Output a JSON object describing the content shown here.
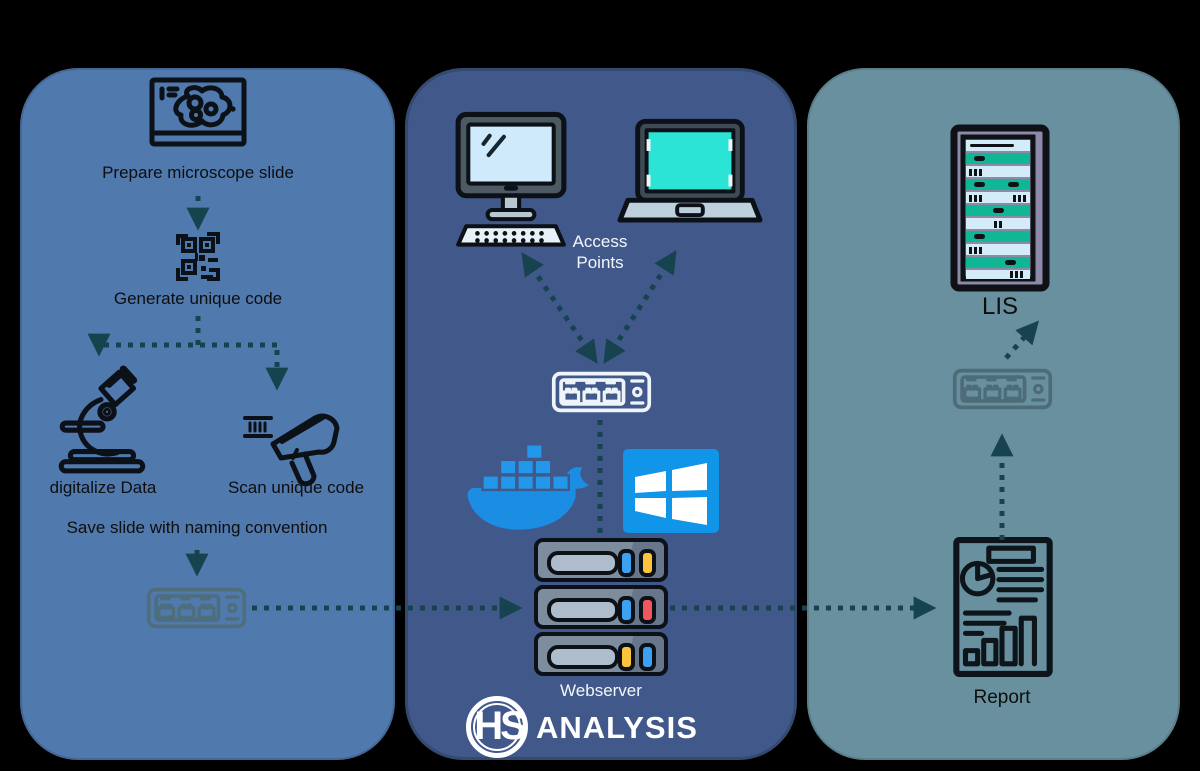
{
  "colors": {
    "background": "#000000",
    "preparation_panel": "#5079ae",
    "server_panel": "#41588a",
    "lis_panel": "#68909e",
    "arrow": "#17434f",
    "docker_blue": "#1b8de2",
    "windows_blue": "#1095e8",
    "laptop_screen_cyan": "#2ce4d5",
    "desktop_screen_blue": "#cfeafb",
    "lis_teal": "#10b795",
    "server_gray": "#7e8d9d",
    "logo_white": "#ffffff"
  },
  "panels": {
    "preparation": {
      "steps": {
        "prepare_slide": "Prepare microscope slide",
        "generate_code": "Generate unique code",
        "digitalize_data": "digitalize Data",
        "scan_code": "Scan unique code",
        "save_slide": "Save slide with naming convention"
      }
    },
    "server": {
      "access_points_label": "Access Points",
      "webserver_label": "Webserver",
      "logo_monogram": "HS",
      "logo_wordmark": "ANALYSIS"
    },
    "lis": {
      "lis_label": "LIS",
      "report_label": "Report"
    }
  },
  "icons": {
    "preparation": [
      "microscope-slide-icon",
      "qr-code-icon",
      "microscope-icon",
      "barcode-scanner-icon",
      "network-switch-icon"
    ],
    "server": [
      "desktop-computer-icon",
      "laptop-icon",
      "network-switch-icon",
      "docker-icon",
      "windows-icon",
      "server-stack-icon"
    ],
    "lis": [
      "server-rack-icon",
      "network-switch-icon",
      "report-document-icon"
    ]
  }
}
